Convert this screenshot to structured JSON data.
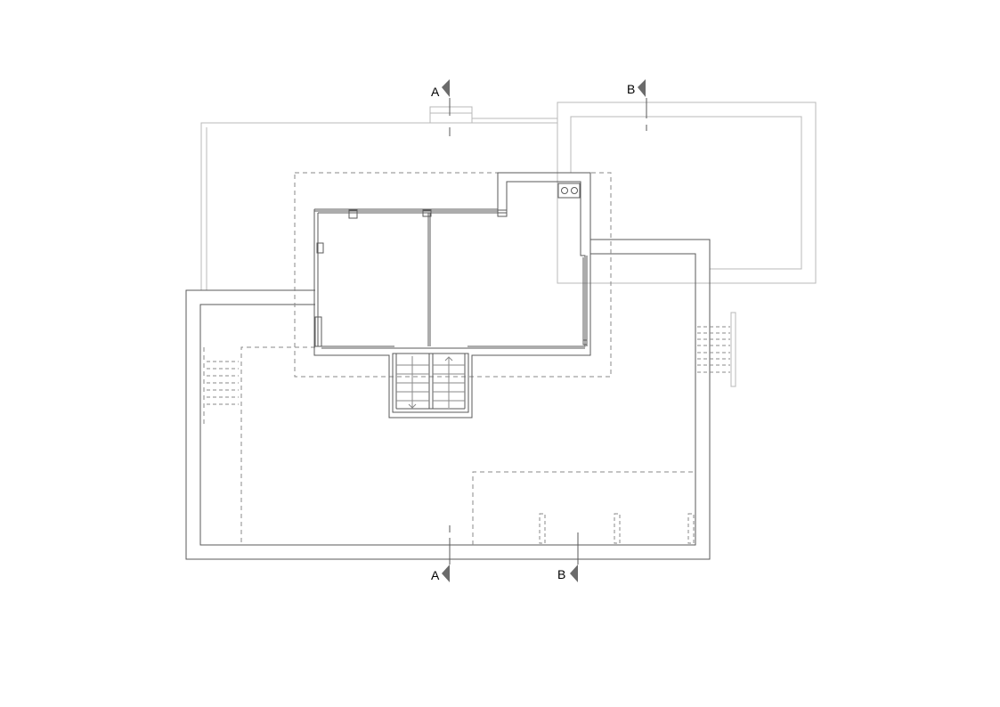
{
  "section_markers": [
    {
      "id": "a-top",
      "label": "A"
    },
    {
      "id": "b-top",
      "label": "B"
    },
    {
      "id": "a-bottom",
      "label": "A"
    },
    {
      "id": "b-bottom",
      "label": "B"
    }
  ],
  "colors": {
    "background": "#ffffff",
    "wall_dark": "#5a5a5a",
    "wall_light": "#b8b8b8",
    "dashed": "#8a8a8a",
    "marker_fill": "#6b6b6b"
  }
}
